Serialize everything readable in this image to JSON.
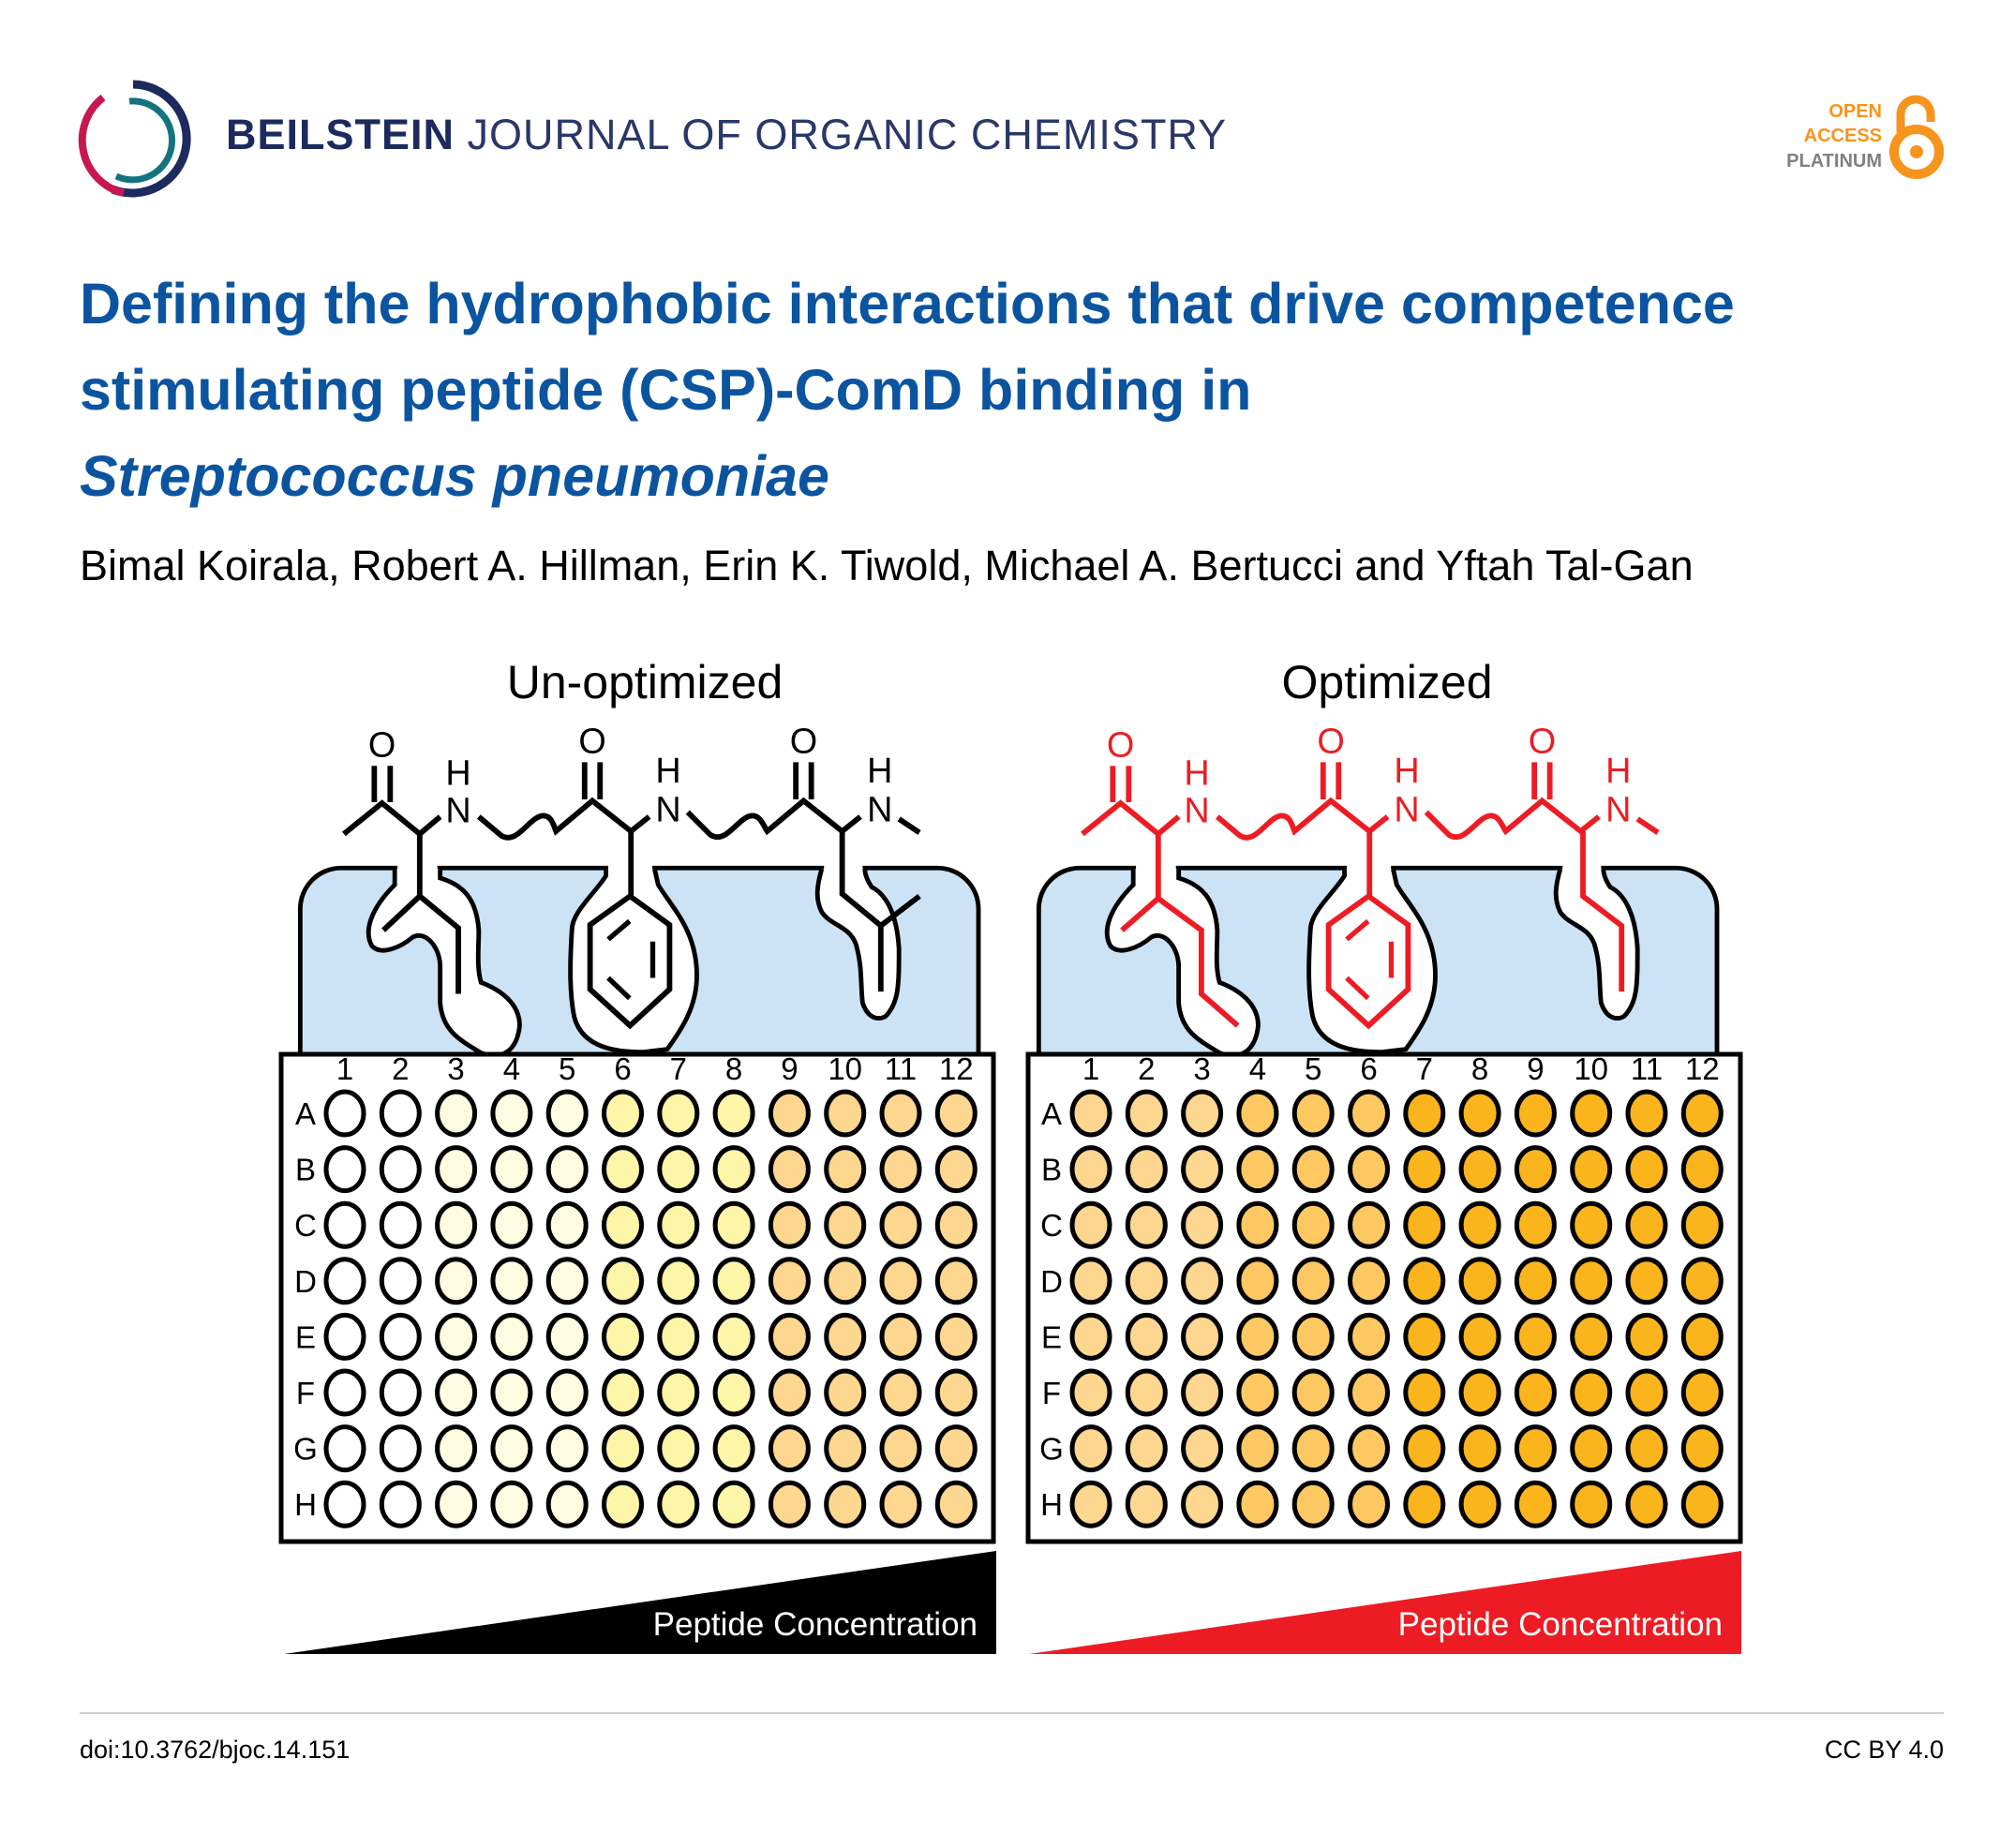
{
  "header": {
    "journal_bold": "BEILSTEIN",
    "journal_rest": "JOURNAL OF ORGANIC CHEMISTRY",
    "open_access": [
      "OPEN",
      "ACCESS",
      "PLATINUM"
    ]
  },
  "article": {
    "title_line1": "Defining the hydrophobic interactions that drive competence",
    "title_line2": "stimulating peptide (CSP)-ComD binding in",
    "title_line3_italic": "Streptococcus pneumoniae",
    "authors": "Bimal Koirala, Robert A. Hillman, Erin K. Tiwold, Michael A. Bertucci and Yftah Tal-Gan"
  },
  "figure": {
    "atoms": {
      "O": "O",
      "N": "N",
      "H": "H"
    },
    "panels": [
      {
        "label": "Un-optimized",
        "gradient_label": "Peptide Concentration",
        "molecule_color": "#000000",
        "gradient_color": "#000000",
        "column_fills": [
          "#ffffff",
          "#ffffff",
          "#fefce0",
          "#fefce0",
          "#fefce0",
          "#fdf5a8",
          "#fdf5a8",
          "#fdf5a8",
          "#fdd68f",
          "#fdd68f",
          "#fdd68f",
          "#fdd68f"
        ]
      },
      {
        "label": "Optimized",
        "gradient_label": "Peptide Concentration",
        "molecule_color": "#ed1c24",
        "gradient_color": "#ed1c24",
        "column_fills": [
          "#fdd68f",
          "#fdd68f",
          "#fdd68f",
          "#fdc862",
          "#fdc862",
          "#fdc862",
          "#fbb51c",
          "#fbb51c",
          "#fbb51c",
          "#fbb51c",
          "#fbb51c",
          "#fbb51c"
        ]
      }
    ],
    "columns": [
      "1",
      "2",
      "3",
      "4",
      "5",
      "6",
      "7",
      "8",
      "9",
      "10",
      "11",
      "12"
    ],
    "rows": [
      "A",
      "B",
      "C",
      "D",
      "E",
      "F",
      "G",
      "H"
    ],
    "pocket_color": "#cce3f6"
  },
  "footer": {
    "doi": "doi:10.3762/bjoc.14.151",
    "license": "CC BY 4.0"
  },
  "colors": {
    "title": "#0b54a0",
    "navy": "#1c2a5e",
    "oa_orange": "#f7941d",
    "oa_gray": "#808080"
  }
}
